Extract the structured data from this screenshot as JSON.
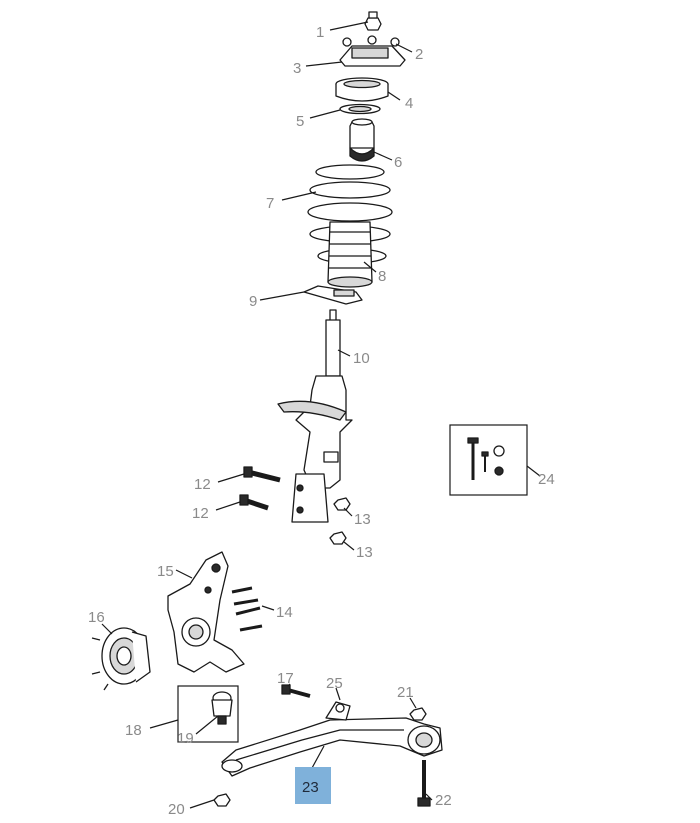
{
  "diagram": {
    "highlight_color": "#7fb1da",
    "highlighted_callout": "23",
    "callouts": [
      {
        "id": "c1",
        "label": "1"
      },
      {
        "id": "c2",
        "label": "2"
      },
      {
        "id": "c3",
        "label": "3"
      },
      {
        "id": "c4",
        "label": "4"
      },
      {
        "id": "c5",
        "label": "5"
      },
      {
        "id": "c6",
        "label": "6"
      },
      {
        "id": "c7",
        "label": "7"
      },
      {
        "id": "c8",
        "label": "8"
      },
      {
        "id": "c9",
        "label": "9"
      },
      {
        "id": "c10",
        "label": "10"
      },
      {
        "id": "c12a",
        "label": "12"
      },
      {
        "id": "c12b",
        "label": "12"
      },
      {
        "id": "c13a",
        "label": "13"
      },
      {
        "id": "c13b",
        "label": "13"
      },
      {
        "id": "c14",
        "label": "14"
      },
      {
        "id": "c15",
        "label": "15"
      },
      {
        "id": "c16",
        "label": "16"
      },
      {
        "id": "c17",
        "label": "17"
      },
      {
        "id": "c18",
        "label": "18"
      },
      {
        "id": "c19",
        "label": "19"
      },
      {
        "id": "c20",
        "label": "20"
      },
      {
        "id": "c21",
        "label": "21"
      },
      {
        "id": "c22",
        "label": "22"
      },
      {
        "id": "c23",
        "label": "23"
      },
      {
        "id": "c24",
        "label": "24"
      },
      {
        "id": "c25",
        "label": "25"
      }
    ]
  }
}
